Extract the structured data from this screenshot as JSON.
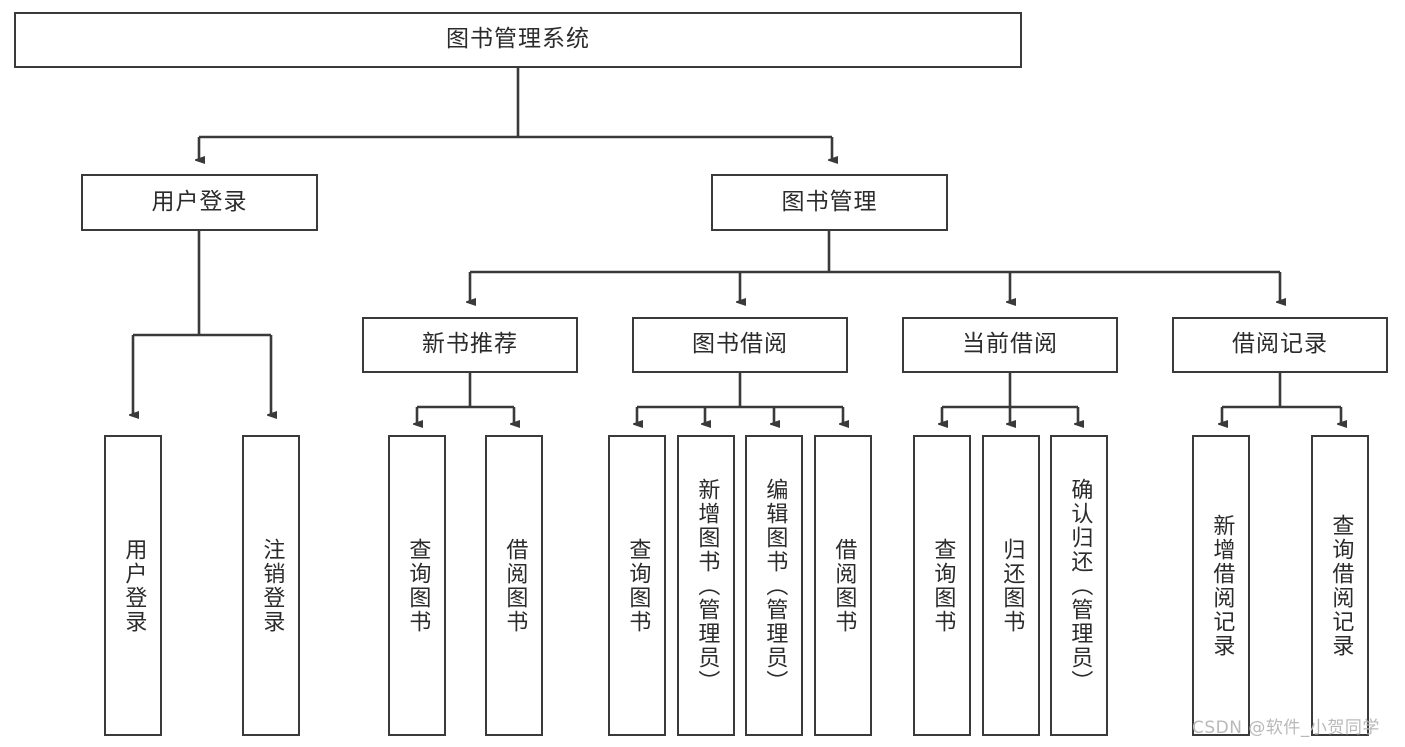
{
  "diagram": {
    "type": "tree-hierarchy-chart",
    "title_node": {
      "label": "图书管理系统"
    },
    "level2": [
      {
        "label": "用户登录"
      },
      {
        "label": "图书管理"
      }
    ],
    "level3": [
      {
        "label": "新书推荐"
      },
      {
        "label": "图书借阅"
      },
      {
        "label": "当前借阅"
      },
      {
        "label": "借阅记录"
      }
    ],
    "leaves": {
      "user_login": [
        {
          "label": "用户登录"
        },
        {
          "label": "注销登录"
        }
      ],
      "new_book_recommend": [
        {
          "label": "查询图书"
        },
        {
          "label": "借阅图书"
        }
      ],
      "book_borrow": [
        {
          "label": "查询图书"
        },
        {
          "label": "新增图书（管理员）"
        },
        {
          "label": "编辑图书（管理员）"
        },
        {
          "label": "借阅图书"
        }
      ],
      "current_borrow": [
        {
          "label": "查询图书"
        },
        {
          "label": "归还图书"
        },
        {
          "label": "确认归还（管理员）"
        }
      ],
      "borrow_record": [
        {
          "label": "新增借阅记录"
        },
        {
          "label": "查询借阅记录"
        }
      ]
    },
    "watermark": "CSDN @软件_小贺同学",
    "colors": {
      "stroke": "#3a3a3a",
      "text": "#2b2b2b",
      "background": "#ffffff",
      "watermark": "#b9b9b9"
    }
  }
}
